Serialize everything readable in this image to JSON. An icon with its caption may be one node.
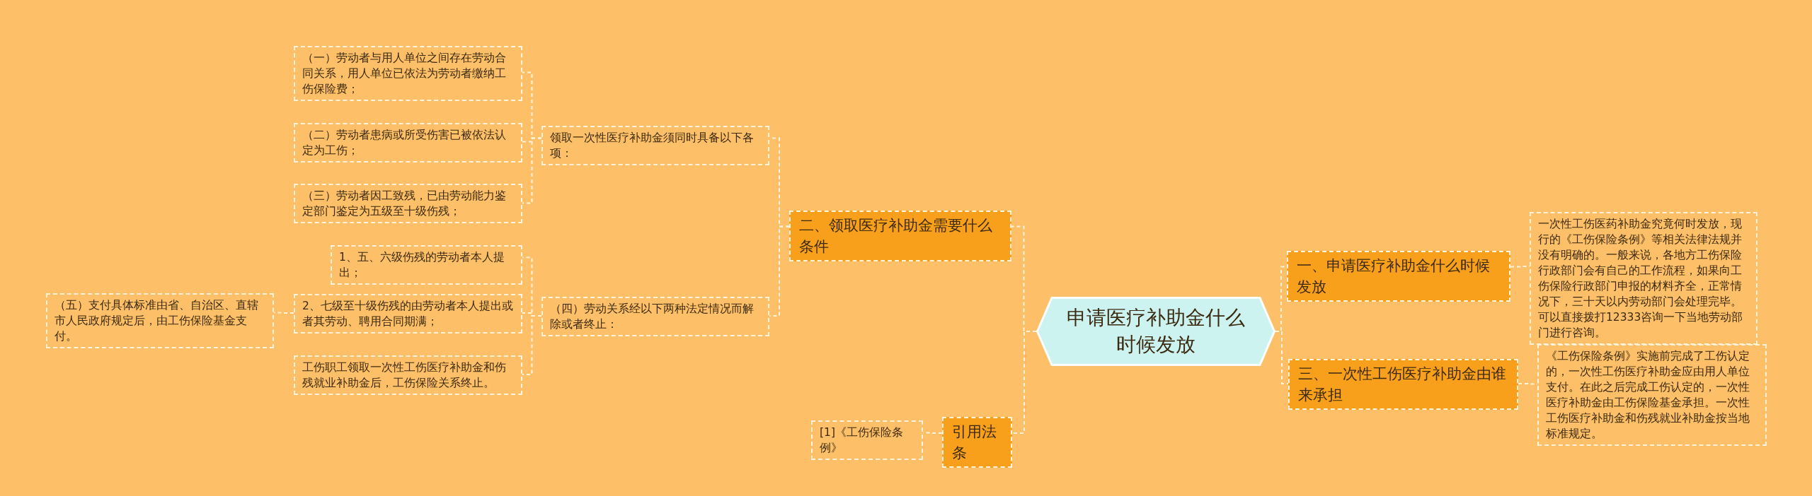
{
  "diagram": {
    "nodes": [
      {
        "text": [
          "申请医疗补助金什么时候发放"
        ]
      },
      {
        "text": [
          "一、申请医疗补助金什么时候发放"
        ]
      },
      {
        "text": [
          "一次性工伤医药补助金究竟何时发放，现行的《工伤保险条例》等相关法律法规并没有明确的。一般来说，各地方工伤保险行政部门会有自己的工作流程，如果向工伤保险行政部门申报的材料齐全，正常情况下，三十天以内劳动部门会处理完毕。可以直接拨打12333咨询一下当地劳动部门进行咨询。"
        ]
      },
      {
        "text": [
          "三、一次性工伤医疗补助金由谁来承担"
        ]
      },
      {
        "text": [
          "《工伤保险条例》实施前完成了工伤认定的，一次性工伤医疗补助金应由用人单位支付。在此之后完成工伤认定的，一次性医疗补助金由工伤保险基金承担。一次性工伤医疗补助金和伤残就业补助金按当地标准规定。"
        ]
      },
      {
        "text": [
          "二、领取医疗补助金需要什么条件"
        ]
      },
      {
        "text": [
          "领取一次性医疗补助金须同时具备以下各项："
        ]
      },
      {
        "text": [
          "（一）劳动者与用人单位之间存在劳动合同关系，用人单位已依法为劳动者缴纳工伤保险费；"
        ]
      },
      {
        "text": [
          "（二）劳动者患病或所受伤害已被依法认定为工伤；"
        ]
      },
      {
        "text": [
          "（三）劳动者因工致残，已由劳动能力鉴定部门鉴定为五级至十级伤残；"
        ]
      },
      {
        "text": [
          "（四）劳动关系经以下两种法定情况而解除或者终止："
        ]
      },
      {
        "text": [
          "1、五、六级伤残的劳动者本人提出；"
        ]
      },
      {
        "text": [
          "2、七级至十级伤残的由劳动者本人提出或者其劳动、聘用合同期满；"
        ]
      },
      {
        "text": [
          "（五）支付具体标准由省、自治区、直辖市人民政府规定后，由工伤保险基金支付。"
        ]
      },
      {
        "text": [
          "工伤职工领取一次性工伤医疗补助金和伤残就业补助金后，工伤保险关系终止。"
        ]
      },
      {
        "text": [
          "引用法条"
        ]
      },
      {
        "text": [
          "[1]《工伤保险条例》"
        ]
      }
    ],
    "edges": [
      {
        "from": 0,
        "to": 1,
        "arrow": "none"
      },
      {
        "from": 0,
        "to": 3,
        "arrow": "none"
      },
      {
        "from": 0,
        "to": 5,
        "arrow": "none"
      },
      {
        "from": 0,
        "to": 15,
        "arrow": "none"
      },
      {
        "from": 1,
        "to": 2,
        "arrow": "none"
      },
      {
        "from": 3,
        "to": 4,
        "arrow": "none"
      },
      {
        "from": 5,
        "to": 6,
        "arrow": "none"
      },
      {
        "from": 5,
        "to": 10,
        "arrow": "none"
      },
      {
        "from": 6,
        "to": 7,
        "arrow": "none"
      },
      {
        "from": 6,
        "to": 8,
        "arrow": "none"
      },
      {
        "from": 6,
        "to": 9,
        "arrow": "none"
      },
      {
        "from": 10,
        "to": 11,
        "arrow": "none"
      },
      {
        "from": 10,
        "to": 12,
        "arrow": "none"
      },
      {
        "from": 10,
        "to": 14,
        "arrow": "none"
      },
      {
        "from": 12,
        "to": 13,
        "arrow": "none"
      },
      {
        "from": 15,
        "to": 16,
        "arrow": "none"
      }
    ]
  }
}
